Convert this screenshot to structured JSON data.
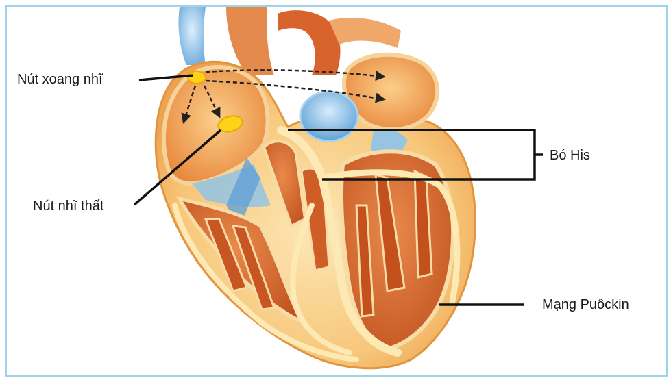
{
  "labels": {
    "sinoatrial_node": "Nút xoang nhĩ",
    "atrioventricular_node": "Nút nhĩ thất",
    "bundle_of_his": "Bó His",
    "purkinje_network": "Mạng Puôckin"
  },
  "colors": {
    "frame_border": "#9fd4e6",
    "heart_outer": "#f6c77c",
    "heart_muscle": "#d96a2e",
    "heart_light": "#fbe3a8",
    "vessel_blue": "#6aaee0",
    "node_yellow": "#ffd21a",
    "leader_line": "#111111"
  }
}
